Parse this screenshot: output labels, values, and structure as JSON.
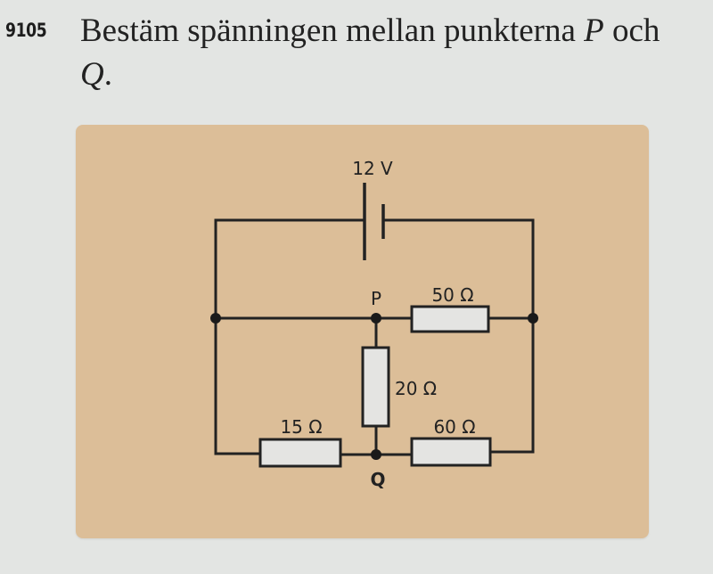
{
  "problem": {
    "number": "9105",
    "text_before": "Bestäm spänningen mellan punkterna ",
    "var_p": "P",
    "text_mid": " och ",
    "var_q": "Q",
    "text_after": "."
  },
  "circuit": {
    "battery": {
      "label": "12 V"
    },
    "nodes": {
      "p_label": "P",
      "q_label": "Q"
    },
    "resistors": {
      "r50": "50 Ω",
      "r20": "20 Ω",
      "r15": "15 Ω",
      "r60": "60 Ω"
    }
  },
  "colors": {
    "page": "#e3e5e3",
    "panel": "#dcbe98",
    "wire": "#222222",
    "resistor_fill": "#e4e4e2"
  }
}
